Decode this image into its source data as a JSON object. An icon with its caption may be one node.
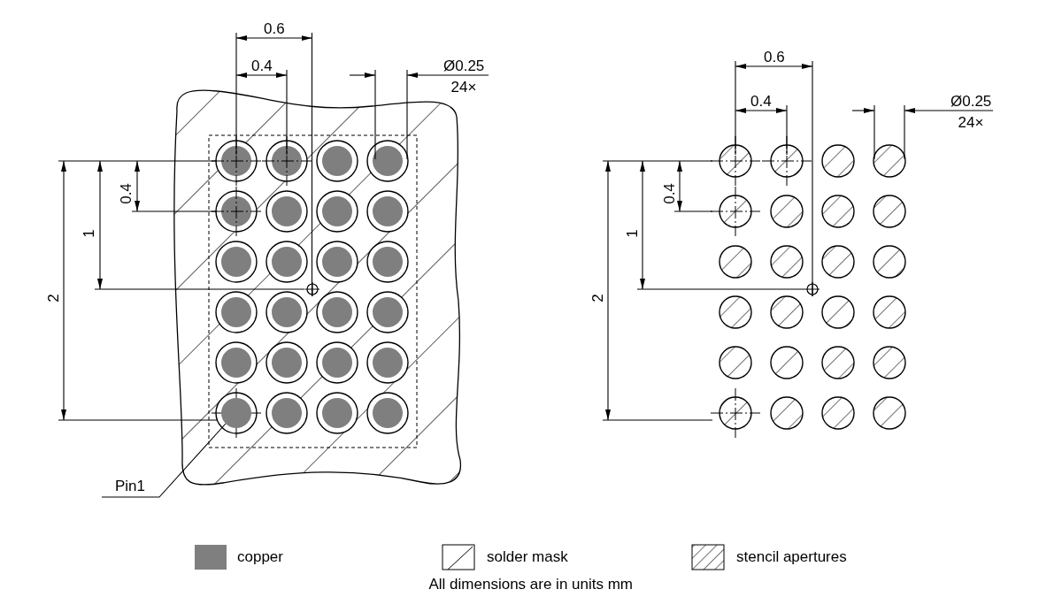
{
  "diagram": {
    "caption": "All dimensions are in units mm",
    "nodes": [
      {
        "text": [
          "Pin1"
        ]
      },
      {
        "text": [],
        "shape": "circle"
      }
    ],
    "edges": [
      {
        "from": 0,
        "to": 1,
        "arrow": "none"
      }
    ],
    "labels": [
      "0.6",
      "0.4",
      "Ø0.25",
      "24×",
      "0.4",
      "1",
      "2",
      "0.6",
      "0.4",
      "Ø0.25",
      "24×",
      "0.4",
      "1",
      "2"
    ],
    "legend": [
      {
        "text": "copper",
        "color": "#7f7f7f"
      },
      {
        "text": "solder mask"
      },
      {
        "text": "stencil apertures"
      }
    ]
  }
}
